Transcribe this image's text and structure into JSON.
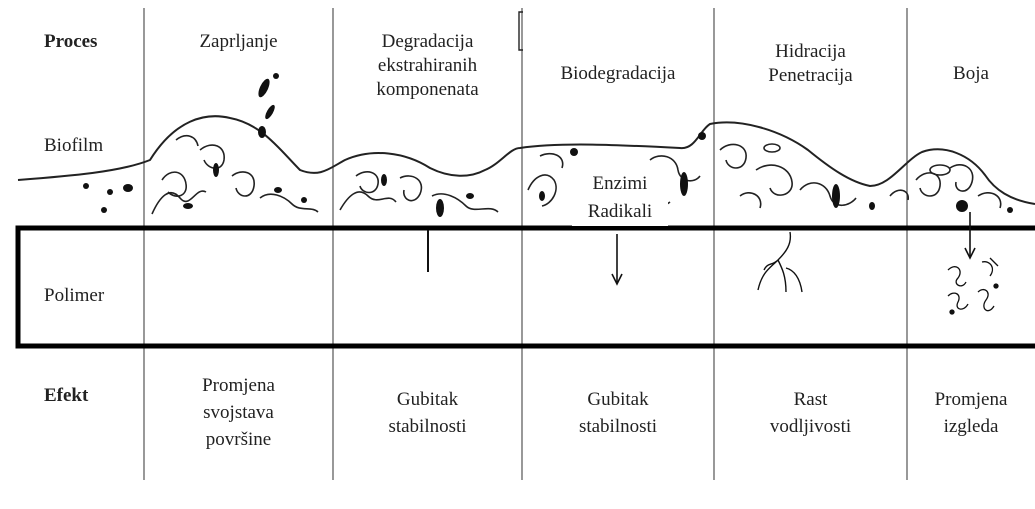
{
  "row_labels": {
    "proces": "Proces",
    "biofilm": "Biofilm",
    "polimer": "Polimer",
    "efekt": "Efekt"
  },
  "processes": [
    {
      "lines": [
        "Zaprljanje"
      ]
    },
    {
      "lines": [
        "Degradacija",
        "ekstrahiranih",
        "komponenata"
      ]
    },
    {
      "lines": [
        "Biodegradacija"
      ]
    },
    {
      "lines": [
        "Hidracija",
        "Penetracija"
      ]
    },
    {
      "lines": [
        "Boja"
      ]
    }
  ],
  "biofilm_labels": [
    "Enzimi",
    "Radikali"
  ],
  "effects": [
    {
      "lines": [
        "Promjena",
        "svojstava",
        "površine"
      ]
    },
    {
      "lines": [
        "Gubitak",
        "stabilnosti"
      ]
    },
    {
      "lines": [
        "Gubitak",
        "stabilnosti"
      ]
    },
    {
      "lines": [
        "Rast",
        "vodljivosti"
      ]
    },
    {
      "lines": [
        "Promjena",
        "izgleda"
      ]
    }
  ]
}
